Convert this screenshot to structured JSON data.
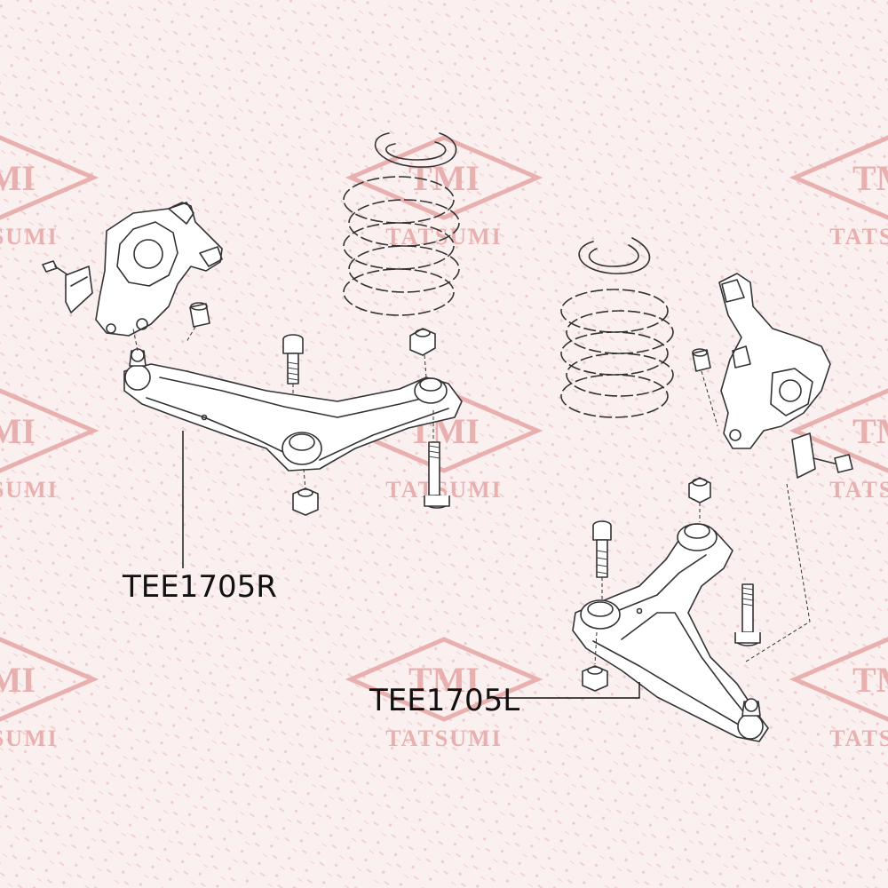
{
  "watermark": {
    "logo_text": "TMI",
    "brand_text": "TATSUMI",
    "color": "#e7a6a6"
  },
  "callouts": {
    "right_arm": "TEE1705R",
    "left_arm": "TEE1705L"
  },
  "colors": {
    "background": "#fbf0f0",
    "line_art": "#333333"
  }
}
